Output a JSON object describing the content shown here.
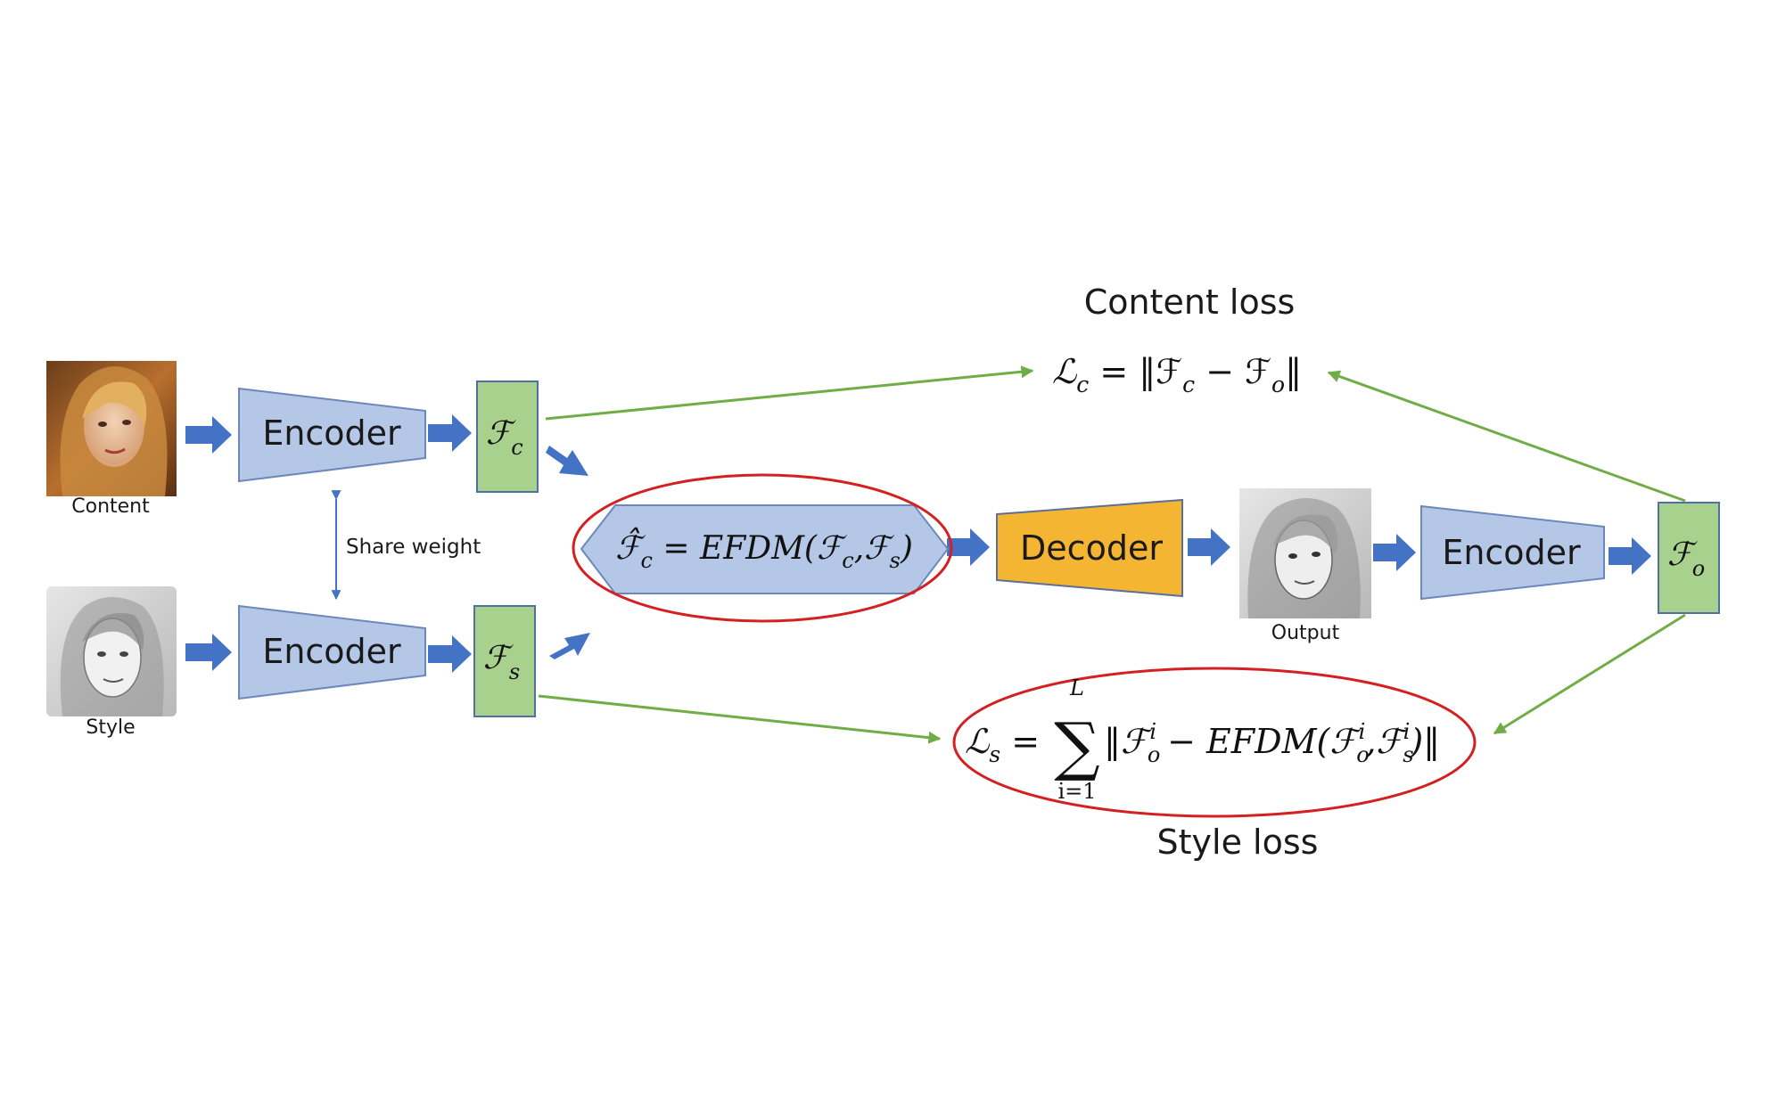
{
  "colors": {
    "encoder_fill": "#b4c7e7",
    "encoder_stroke": "#6b88bd",
    "feature_fill": "#a9d18e",
    "feature_stroke": "#4f6fa8",
    "decoder_fill": "#f4b532",
    "efdm_fill": "#b4c7e7",
    "flow_arrow": "#4472c4",
    "loss_arrow": "#70ad47",
    "highlight_ellipse": "#d42020",
    "share_arrow": "#4472c4"
  },
  "images": {
    "content_label": "Content",
    "style_label": "Style",
    "output_label": "Output"
  },
  "blocks": {
    "encoder_top": "Encoder",
    "encoder_bottom": "Encoder",
    "encoder_right": "Encoder",
    "decoder": "Decoder"
  },
  "features": {
    "fc_symbol": "ℱ",
    "fc_sub": "c",
    "fs_symbol": "ℱ",
    "fs_sub": "s",
    "fo_symbol": "ℱ",
    "fo_sub": "o"
  },
  "share_weight": "Share weight",
  "efdm_formula": {
    "lhs": "ℱ̂",
    "lhs_sub": "c",
    "eq": " = ",
    "fn": "EFDM(ℱ",
    "arg1_sub": "c",
    "comma": ",ℱ",
    "arg2_sub": "s",
    "close": ")"
  },
  "content_loss": {
    "title": "Content loss",
    "L": "ℒ",
    "L_sub": "c",
    "eq": " = ‖ℱ",
    "f1_sub": "c",
    "minus": " − ℱ",
    "f2_sub": "o",
    "close": "‖"
  },
  "style_loss": {
    "title": "Style loss",
    "L": "ℒ",
    "L_sub": "s",
    "eq": "=",
    "sum": "∑",
    "sum_top": "L",
    "sum_bottom": "i=1",
    "open": "‖ℱ",
    "f1_sub": "o",
    "f1_sup": "i",
    "mid": " − EFDM(ℱ",
    "f2_sub": "o",
    "f2_sup": "i",
    "comma": ",ℱ",
    "f3_sub": "s",
    "f3_sup": "i",
    "close": ")‖"
  }
}
